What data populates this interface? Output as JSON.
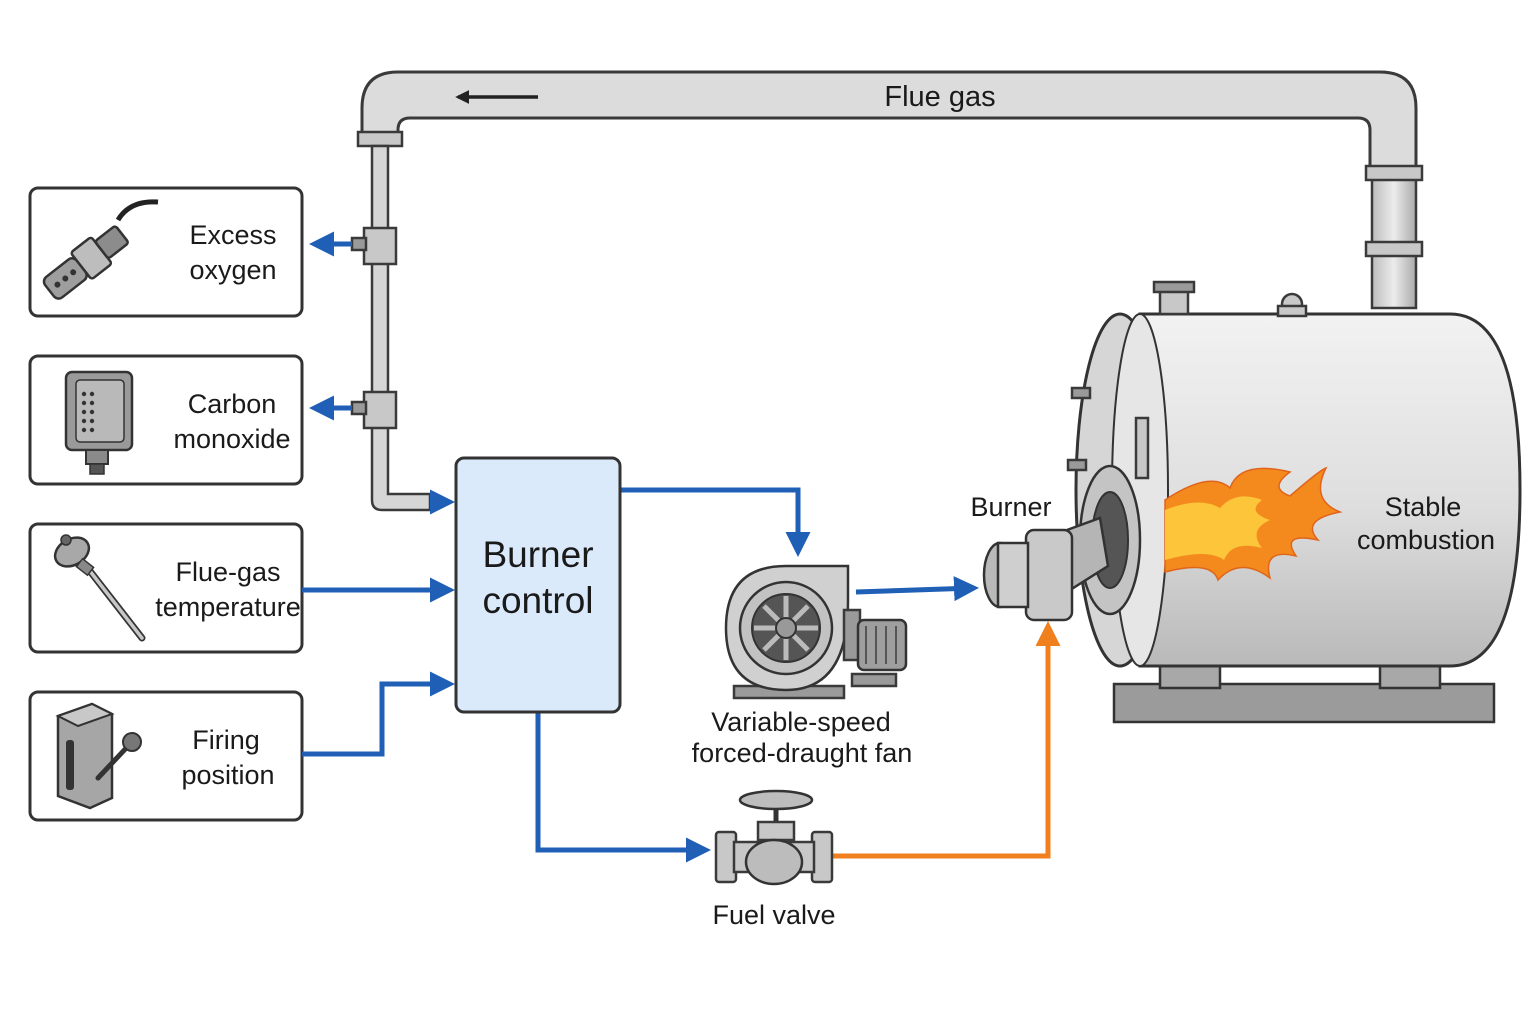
{
  "colors": {
    "signal_blue": "#1f5fb5",
    "fuel_orange": "#f07f1e",
    "controller_fill": "#dbeafb",
    "flame_outer": "#f48a1e",
    "flame_inner": "#fcc53a"
  },
  "flue_gas": {
    "label": "Flue gas",
    "icon": "arrow-left-icon"
  },
  "sensors": [
    {
      "line1": "Excess",
      "line2": "oxygen",
      "icon": "oxygen-probe-icon"
    },
    {
      "line1": "Carbon",
      "line2": "monoxide",
      "icon": "co-sensor-icon"
    },
    {
      "line1": "Flue-gas",
      "line2": "temperature",
      "icon": "thermocouple-icon"
    },
    {
      "line1": "Firing",
      "line2": "position",
      "icon": "lever-switch-icon"
    }
  ],
  "controller": {
    "line1": "Burner",
    "line2": "control"
  },
  "fan": {
    "line1": "Variable-speed",
    "line2": "forced-draught fan",
    "icon": "fan-icon"
  },
  "valve": {
    "label": "Fuel valve",
    "icon": "valve-icon"
  },
  "burner": {
    "label": "Burner"
  },
  "boiler": {
    "line1": "Stable",
    "line2": "combustion",
    "icon": "flame-icon"
  }
}
